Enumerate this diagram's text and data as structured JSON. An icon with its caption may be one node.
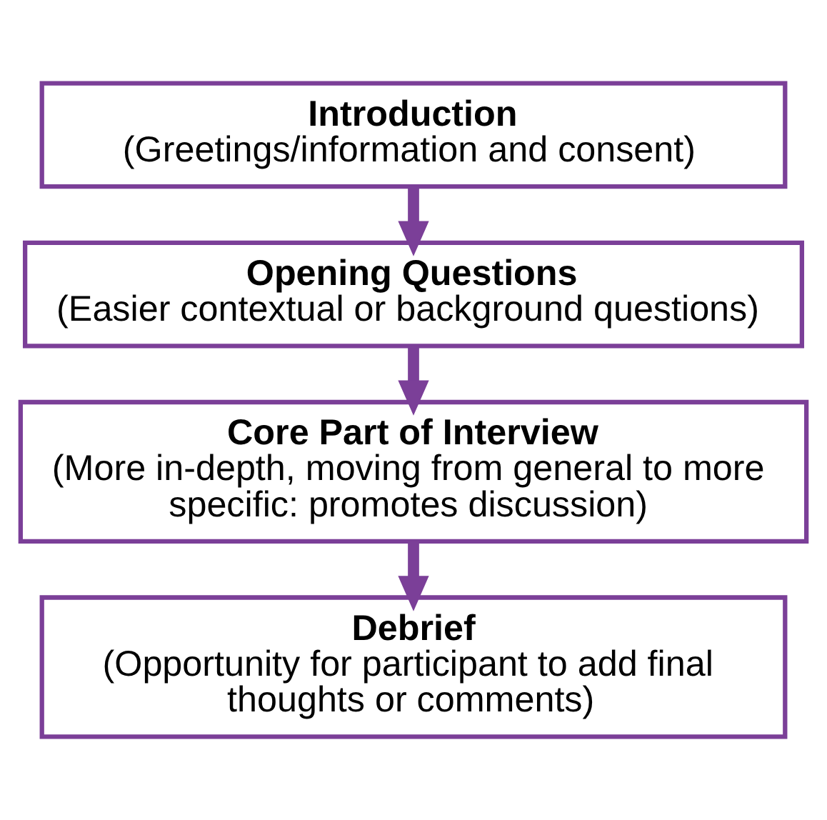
{
  "diagram": {
    "nodes": [
      {
        "text": [
          "Introduction",
          "(Greetings/information and consent)"
        ]
      },
      {
        "text": [
          "Opening Questions",
          "(Easier contextual or background questions)"
        ]
      },
      {
        "text": [
          "Core Part of Interview",
          "(More in-depth, moving from general to more specific: promotes discussion)"
        ]
      },
      {
        "text": [
          "Debrief",
          "(Opportunity for participant to add final thoughts or comments)"
        ]
      }
    ],
    "edges": [
      {
        "from": 0,
        "to": 1,
        "arrow": "to",
        "color": "#7b3f98"
      },
      {
        "from": 1,
        "to": 2,
        "arrow": "to",
        "color": "#7b3f98"
      },
      {
        "from": 2,
        "to": 3,
        "arrow": "to",
        "color": "#7b3f98"
      }
    ]
  }
}
